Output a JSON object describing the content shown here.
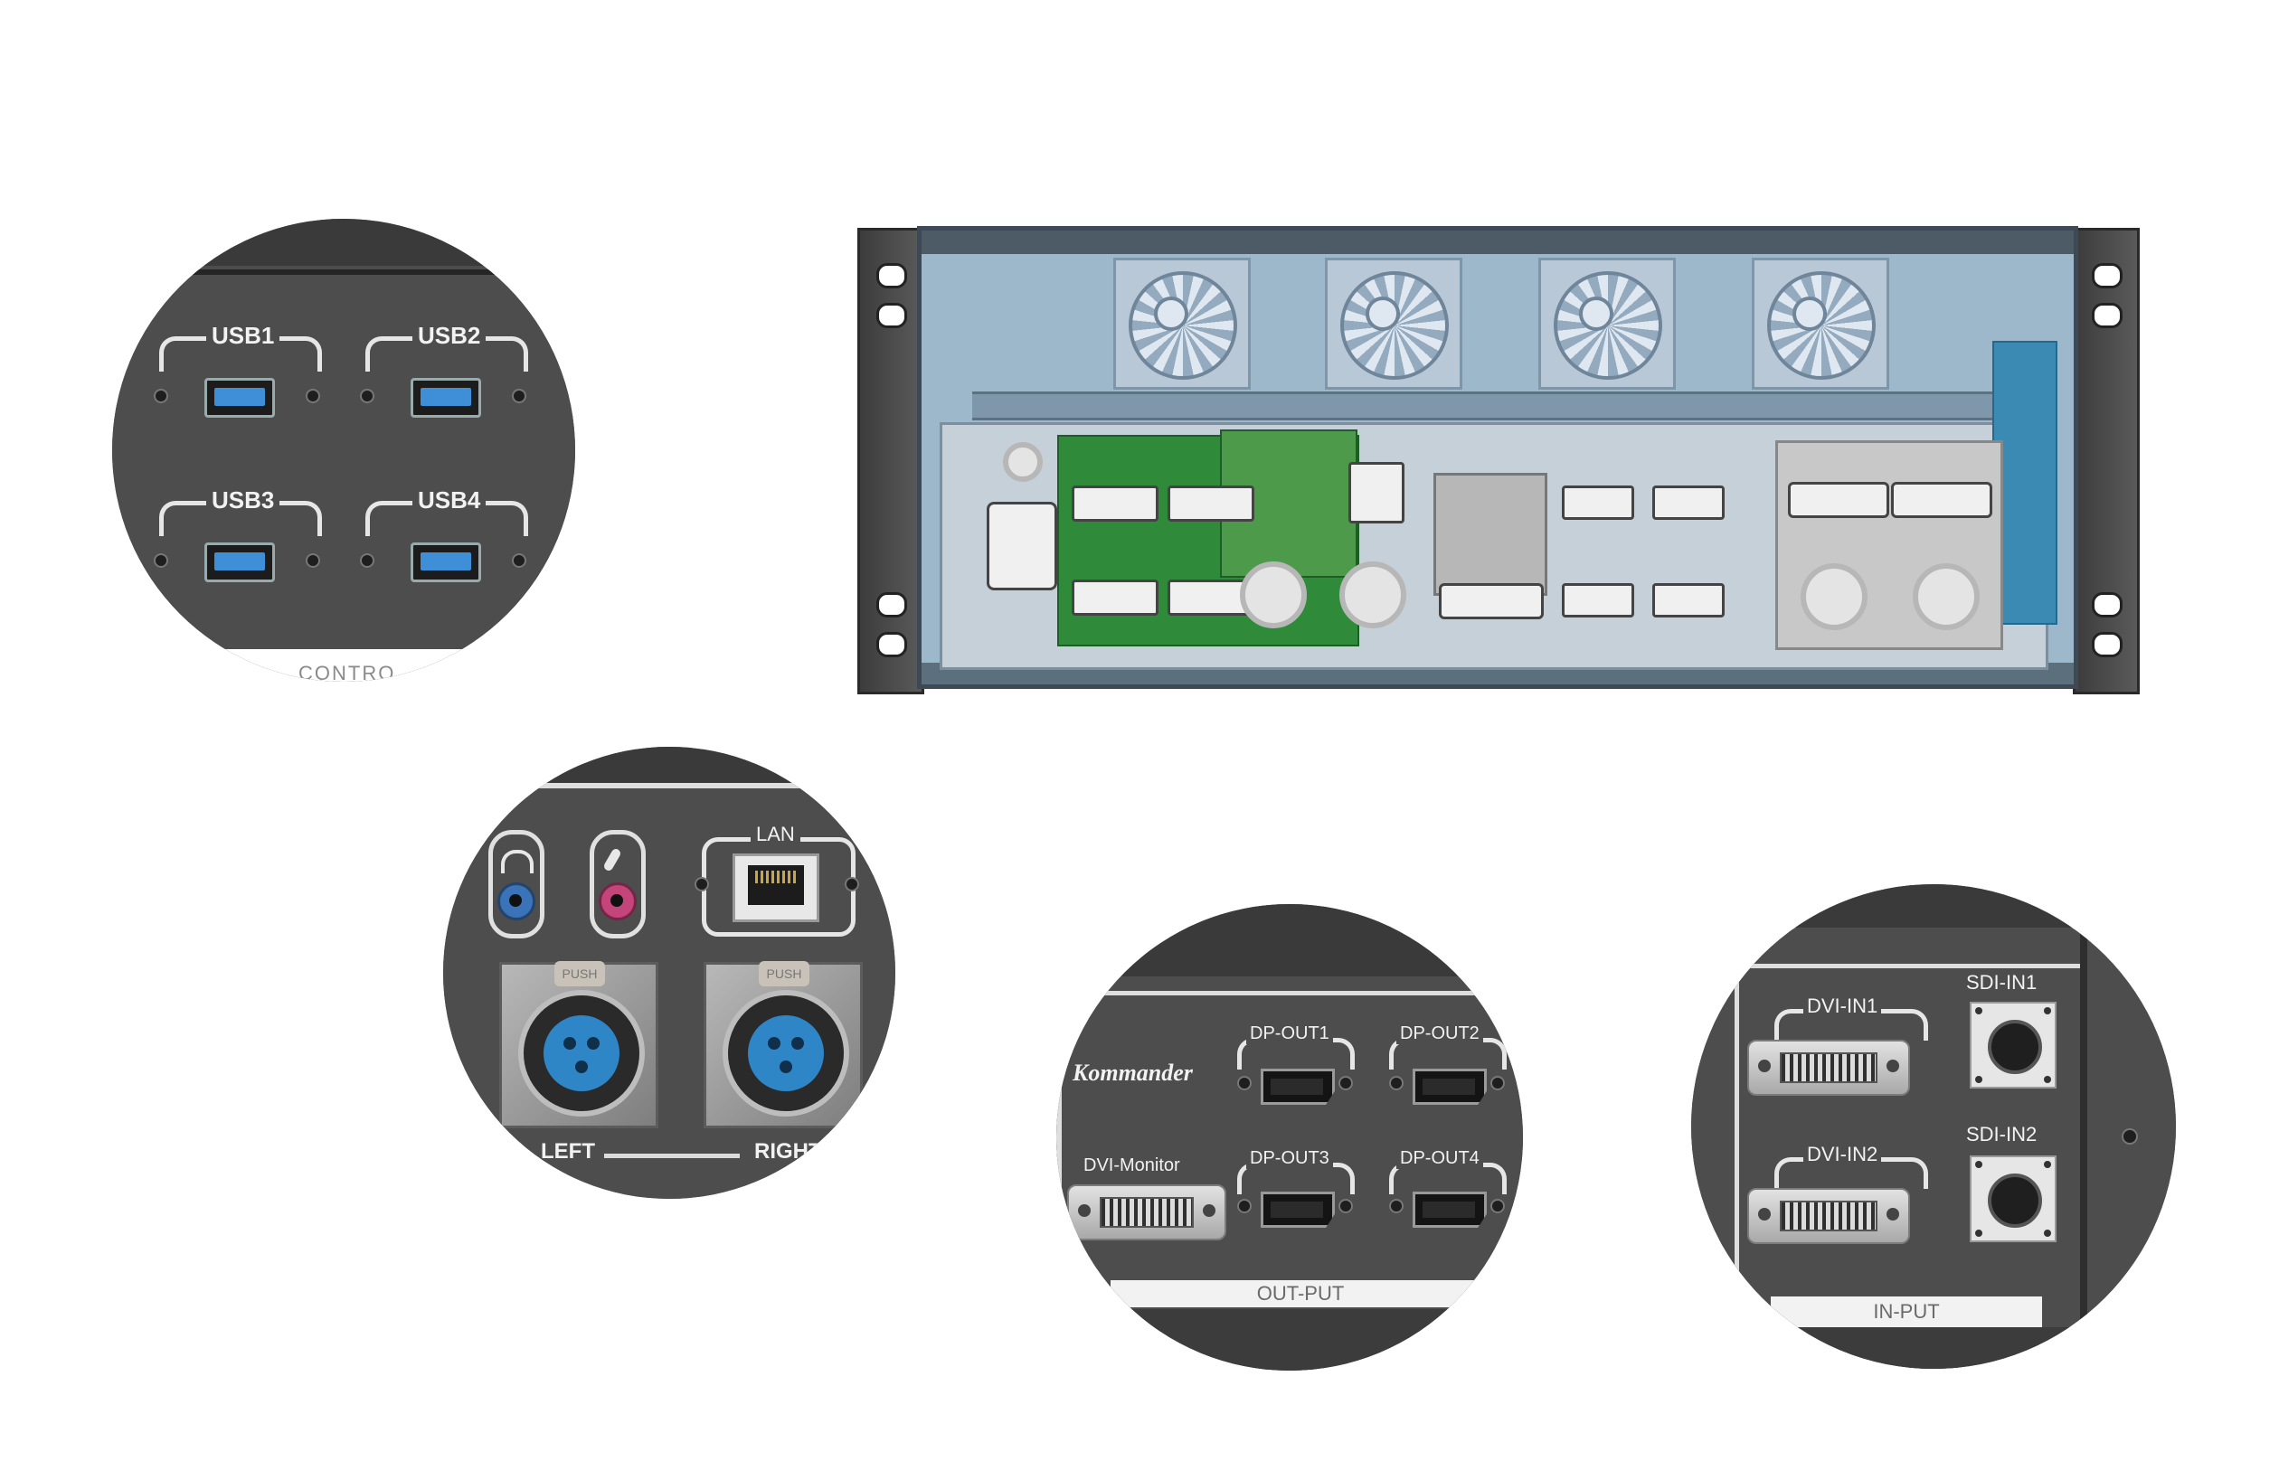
{
  "usb_panel": {
    "ports": [
      {
        "label": "USB1"
      },
      {
        "label": "USB2"
      },
      {
        "label": "USB3"
      },
      {
        "label": "USB4"
      }
    ],
    "section_label_partial": "CONTRO",
    "port_color": "#3f8fd8"
  },
  "audio_panel": {
    "headphone_jack_color": "#3b73b8",
    "mic_jack_color": "#c4457a",
    "lan_label": "LAN",
    "xlr_push_label": "PUSH",
    "left_label": "LEFT",
    "right_label": "RIGHT"
  },
  "output_panel": {
    "brand": "Kommander",
    "dp_ports": [
      {
        "label": "DP-OUT1"
      },
      {
        "label": "DP-OUT2"
      },
      {
        "label": "DP-OUT3"
      },
      {
        "label": "DP-OUT4"
      }
    ],
    "dvi_monitor_label": "DVI-Monitor",
    "section_label": "OUT-PUT"
  },
  "input_panel": {
    "dvi_inputs": [
      {
        "label": "DVI-IN1"
      },
      {
        "label": "DVI-IN2"
      }
    ],
    "sdi_inputs": [
      {
        "label": "SDI-IN1"
      },
      {
        "label": "SDI-IN2"
      }
    ],
    "section_label": "IN-PUT"
  },
  "rack_device": {
    "fan_count": 4,
    "chassis_tint": "#9db7cb"
  }
}
